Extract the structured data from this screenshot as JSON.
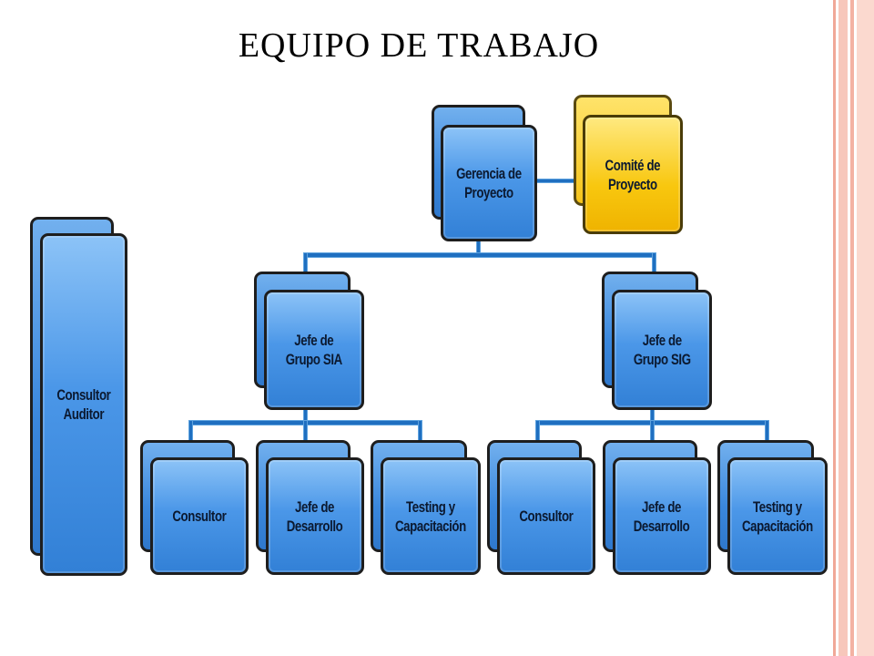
{
  "title": "EQUIPO DE TRABAJO",
  "nodes": {
    "gerencia": "Gerencia de\nProyecto",
    "comite": "Comité de\nProyecto",
    "auditor": "Consultor\nAuditor",
    "jefe_sia": "Jefe de\nGrupo SIA",
    "jefe_sig": "Jefe de\nGrupo SIG",
    "sia_consultor": "Consultor",
    "sia_desarrollo": "Jefe de\nDesarrollo",
    "sia_testing": "Testing y\nCapacitación",
    "sig_consultor": "Consultor",
    "sig_desarrollo": "Jefe de\nDesarrollo",
    "sig_testing": "Testing y\nCapacitación"
  },
  "colors": {
    "node_blue": "#4b97e8",
    "node_gold": "#f8c70f",
    "connector": "#1f6fc0"
  }
}
